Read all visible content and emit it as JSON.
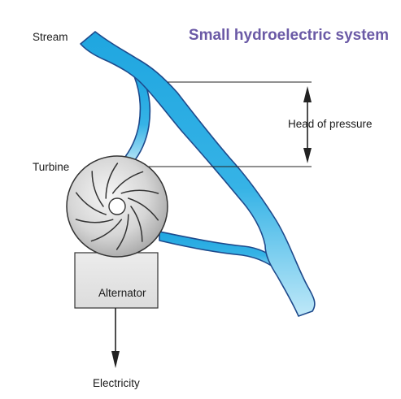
{
  "title": "Small hydroelectric system",
  "labels": {
    "stream": "Stream",
    "turbine": "Turbine",
    "head_of_pressure": "Head of pressure",
    "alternator": "Alternator",
    "electricity": "Electricity"
  },
  "colors": {
    "title": "#6b5aa6",
    "water_light": "#bfe8f8",
    "water_dark": "#1fa6e0",
    "water_outline": "#1e4a8c",
    "alternator_fill": "#e8e8e8",
    "turbine_fill_center": "#f4f4f4",
    "turbine_fill_edge": "#a9a9a9"
  },
  "icons": {
    "turbine": "turbine-icon",
    "head_arrow": "double-headed-arrow-icon",
    "output_arrow": "arrow-down-icon"
  }
}
